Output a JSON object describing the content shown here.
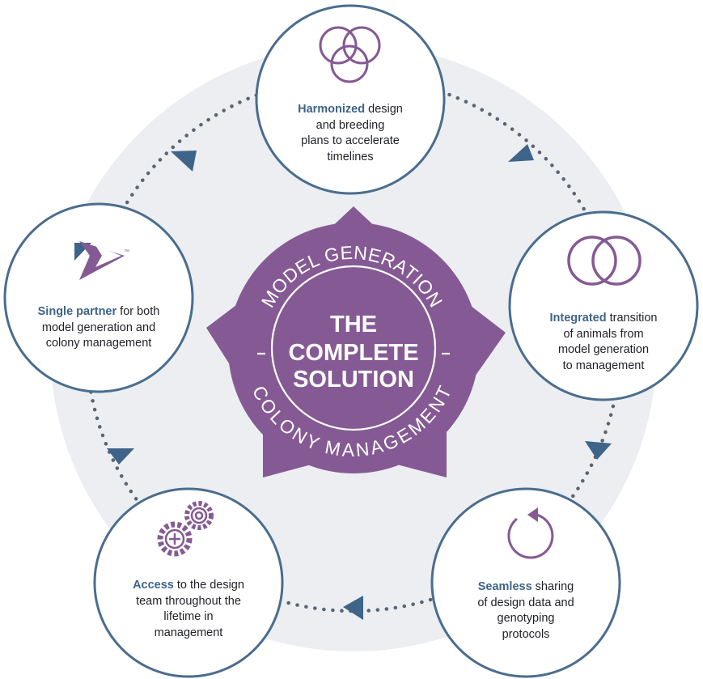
{
  "colors": {
    "purple": "#855a94",
    "teal": "#3e6489",
    "ring_border": "#4a6d8e",
    "background_disc": "#eceef1",
    "text": "#1f2127"
  },
  "center": {
    "arc_top": "MODEL GENERATION",
    "arc_bottom": "COLONY MANAGEMENT",
    "title_line1": "THE",
    "title_line2": "COMPLETE",
    "title_line3": "SOLUTION"
  },
  "nodes": [
    {
      "icon": "three-rings-icon",
      "bold": "Harmonized",
      "lines": [
        " design",
        "and breeding",
        "plans to accelerate",
        "timelines"
      ]
    },
    {
      "icon": "interlocked-rings-icon",
      "bold": "Integrated",
      "lines": [
        " transition",
        "of animals from",
        "model generation",
        "to management"
      ]
    },
    {
      "icon": "refresh-cycle-icon",
      "bold": "Seamless",
      "lines": [
        " sharing",
        "of design data and",
        "genotyping",
        "protocols"
      ]
    },
    {
      "icon": "gears-icon",
      "bold": "Access",
      "lines": [
        " to the design",
        "team throughout the",
        "lifetime in",
        "management"
      ]
    },
    {
      "icon": "chevron-logo-icon",
      "bold": "Single partner",
      "lines": [
        " for both",
        "model generation and",
        "colony management"
      ]
    }
  ],
  "logo_mark": "™"
}
